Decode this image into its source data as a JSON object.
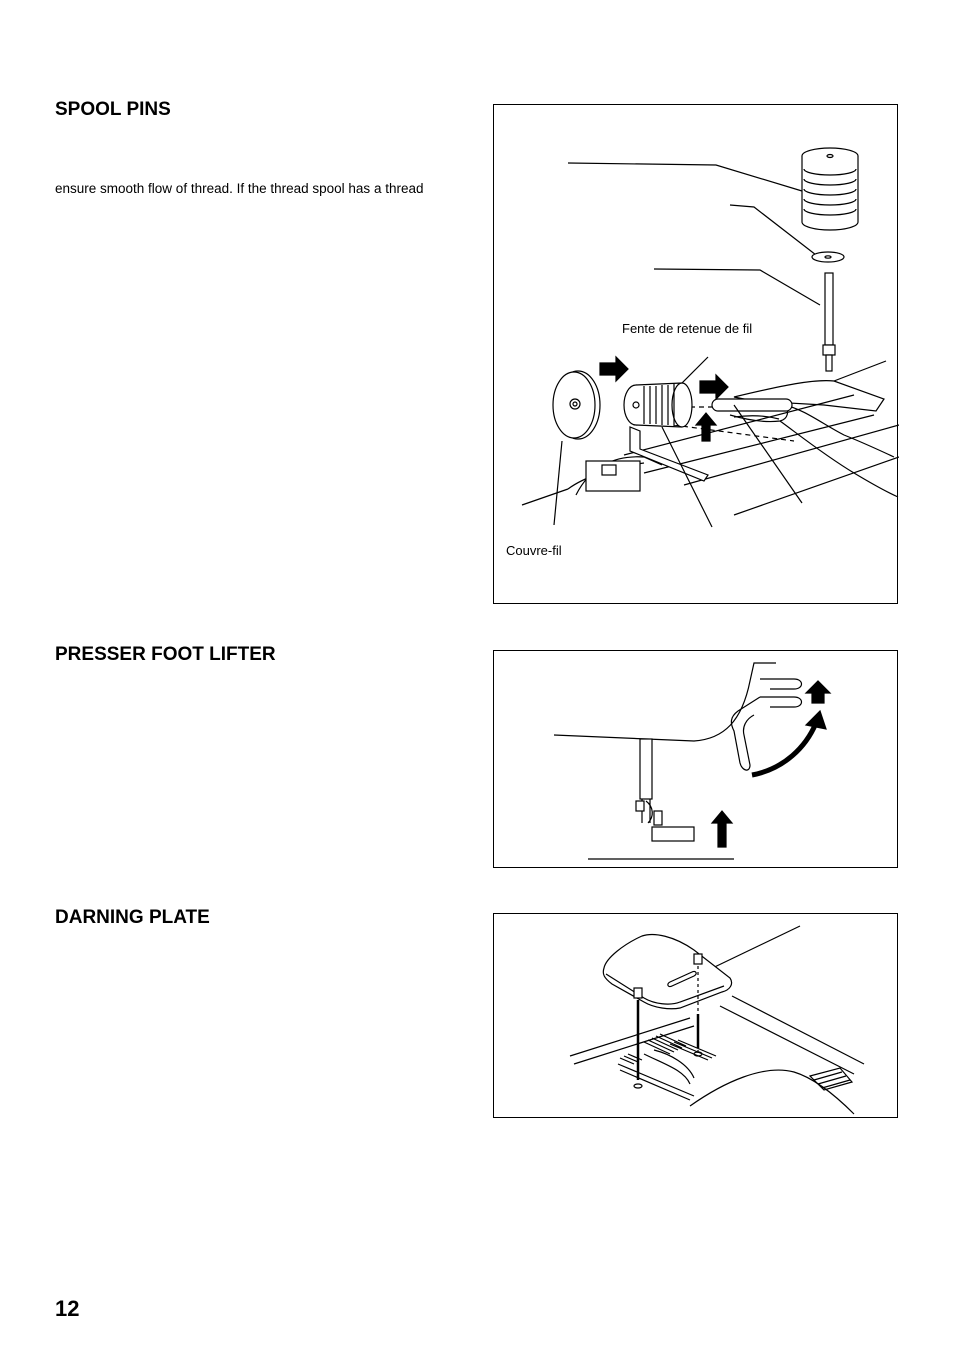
{
  "sections": {
    "spool_pins": {
      "heading": "SPOOL PINS",
      "text": "ensure smooth flow of thread.  If the thread spool has a thread",
      "figure_labels": {
        "thread_slot": "Fente de retenue de fil",
        "spool_cap": "Couvre-fil"
      }
    },
    "presser_foot_lifter": {
      "heading": "PRESSER FOOT LIFTER"
    },
    "darning_plate": {
      "heading": "DARNING PLATE"
    }
  },
  "page_number": "12"
}
